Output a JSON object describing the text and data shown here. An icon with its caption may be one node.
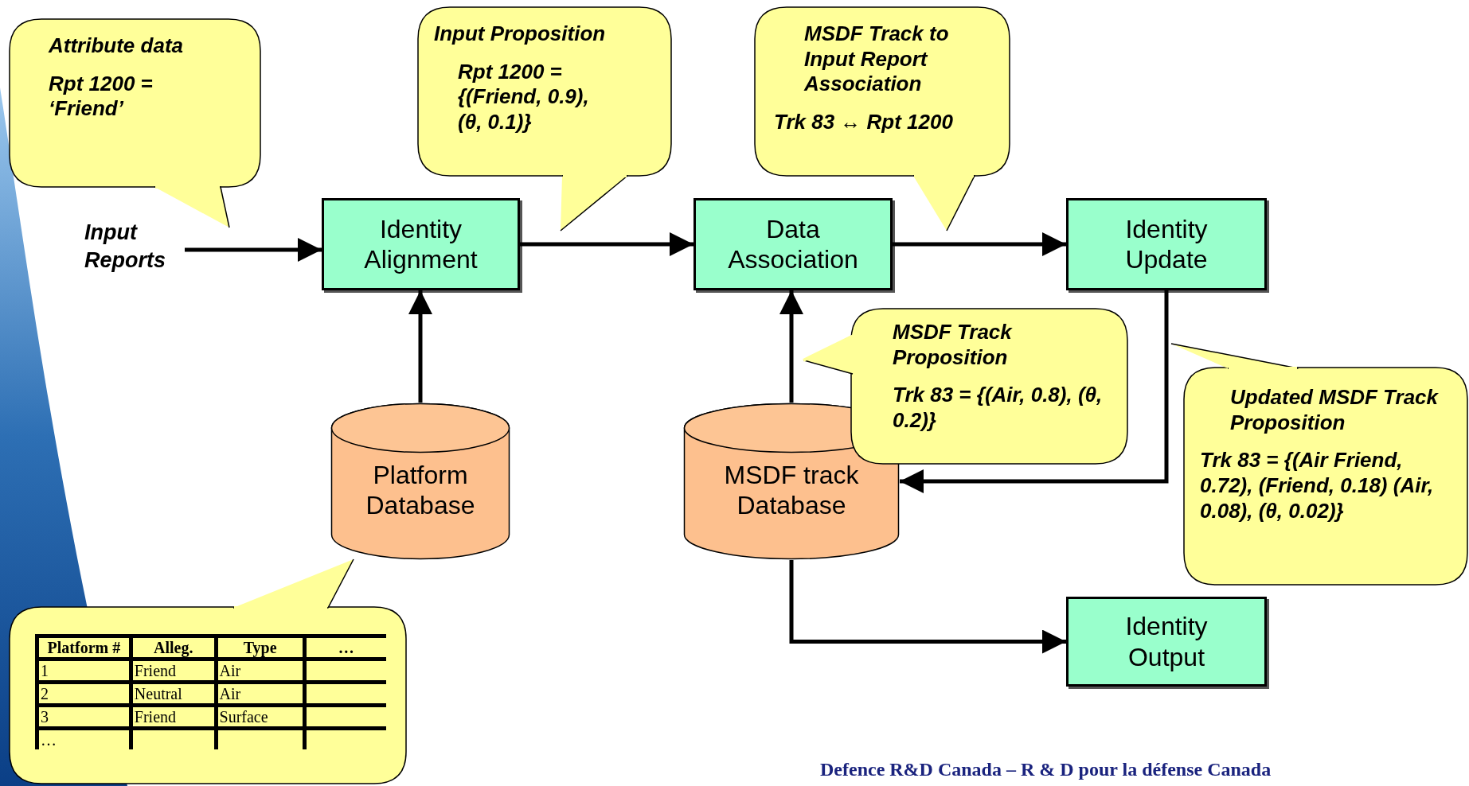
{
  "diagram": {
    "nodes": [
      {
        "text": [
          "Attribute data",
          "Rpt 1200 = ‘Friend’"
        ]
      },
      {
        "text": [
          "Input Proposition",
          "Rpt 1200 = {(Friend, 0.9), (θ, 0.1)}"
        ]
      },
      {
        "text": [
          "MSDF Track to Input Report Association",
          "Trk 83 ↔ Rpt 1200"
        ]
      },
      {
        "text": [
          "Input Reports"
        ]
      },
      {
        "text": [
          "Identity Alignment"
        ]
      },
      {
        "text": [
          "Data Association"
        ]
      },
      {
        "text": [
          "Identity Update"
        ]
      },
      {
        "text": [
          "MSDF Track Proposition",
          "Trk 83 = {(Air, 0.8), (θ, 0.2)}"
        ]
      },
      {
        "text": [
          "Platform Database"
        ]
      },
      {
        "text": [
          "MSDF track Database"
        ]
      },
      {
        "text": [
          "Updated MSDF Track Proposition",
          "Trk 83 = {(Air Friend, 0.72), (Friend, 0.18) (Air, 0.08), (θ, 0.02)}"
        ]
      },
      {
        "text": [
          "Identity Output"
        ]
      },
      {
        "text": [],
        "shape": "box"
      }
    ],
    "edges": [
      {
        "from": 3,
        "to": 4,
        "arrow": "to"
      },
      {
        "from": 4,
        "to": 5,
        "arrow": "to"
      },
      {
        "from": 5,
        "to": 6,
        "arrow": "to"
      },
      {
        "from": 8,
        "to": 4,
        "arrow": "to"
      },
      {
        "from": 9,
        "to": 5,
        "arrow": "to"
      },
      {
        "from": 6,
        "to": 9,
        "arrow": "to"
      },
      {
        "from": 9,
        "to": 11,
        "arrow": "to"
      }
    ],
    "labels": [
      "Platform #",
      "Alleg.",
      "Type",
      "…",
      "1",
      "Friend",
      "Air",
      "2",
      "Neutral",
      "Air",
      "3",
      "Friend",
      "Surface",
      "…",
      "Defence R&D Canada – R & D pour la défense Canada"
    ]
  }
}
